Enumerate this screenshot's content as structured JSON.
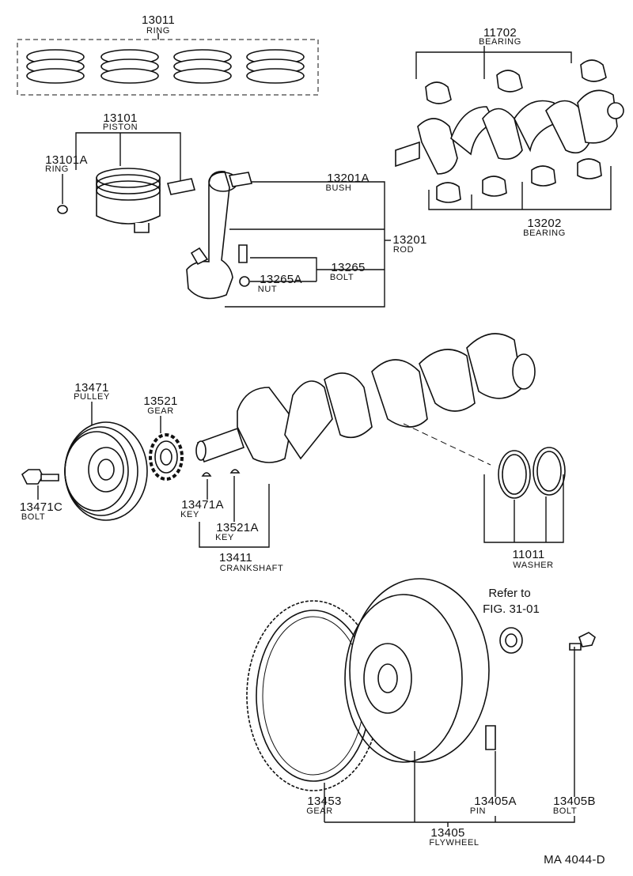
{
  "diagram": {
    "doc_code": "MA  4044-D",
    "refer_line1": "Refer to",
    "refer_line2": "FIG. 31-01",
    "parts": {
      "ring": {
        "num": "13011",
        "name": "RING"
      },
      "bearing_main_upper": {
        "num": "11702",
        "name": "BEARING"
      },
      "piston": {
        "num": "13101",
        "name": "PISTON"
      },
      "piston_ring": {
        "num": "13101A",
        "name": "RING"
      },
      "bush": {
        "num": "13201A",
        "name": "BUSH"
      },
      "rod": {
        "num": "13201",
        "name": "ROD"
      },
      "bolt_rod": {
        "num": "13265",
        "name": "BOLT"
      },
      "nut": {
        "num": "13265A",
        "name": "NUT"
      },
      "bearing_rod": {
        "num": "13202",
        "name": "BEARING"
      },
      "pulley": {
        "num": "13471",
        "name": "PULLEY"
      },
      "gear_crank": {
        "num": "13521",
        "name": "GEAR"
      },
      "bolt_pulley": {
        "num": "13471C",
        "name": "BOLT"
      },
      "key_pulley": {
        "num": "13471A",
        "name": "KEY"
      },
      "key_gear": {
        "num": "13521A",
        "name": "KEY"
      },
      "crankshaft": {
        "num": "13411",
        "name": "CRANKSHAFT"
      },
      "washer": {
        "num": "11011",
        "name": "WASHER"
      },
      "ring_gear": {
        "num": "13453",
        "name": "GEAR"
      },
      "pin": {
        "num": "13405A",
        "name": "PIN"
      },
      "bolt_flywheel": {
        "num": "13405B",
        "name": "BOLT"
      },
      "flywheel": {
        "num": "13405",
        "name": "FLYWHEEL"
      }
    }
  }
}
